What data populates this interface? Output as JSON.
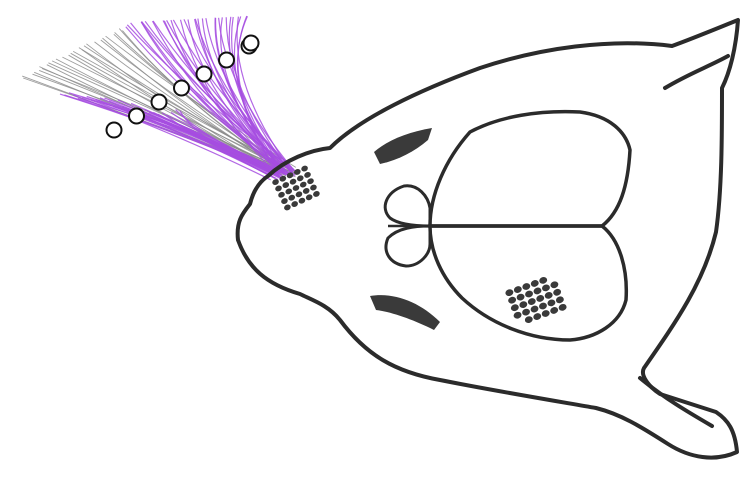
{
  "figure": {
    "subject": "rodent-head-whisker-barrel-diagram",
    "colors": {
      "outline": "#2b2b2b",
      "barrel_fill": "#3a3a3a",
      "whisker_gray": "#8c8c8c",
      "whisker_purple": "#a64ee0",
      "marker_stroke": "#111111",
      "background": "#ffffff"
    },
    "whisker_row_markers": {
      "count": 7
    },
    "snout_follicle_grid": {
      "rows": 5,
      "cols": 5
    },
    "cortex_barrel_grid": {
      "rows": 5,
      "cols": 6
    }
  }
}
